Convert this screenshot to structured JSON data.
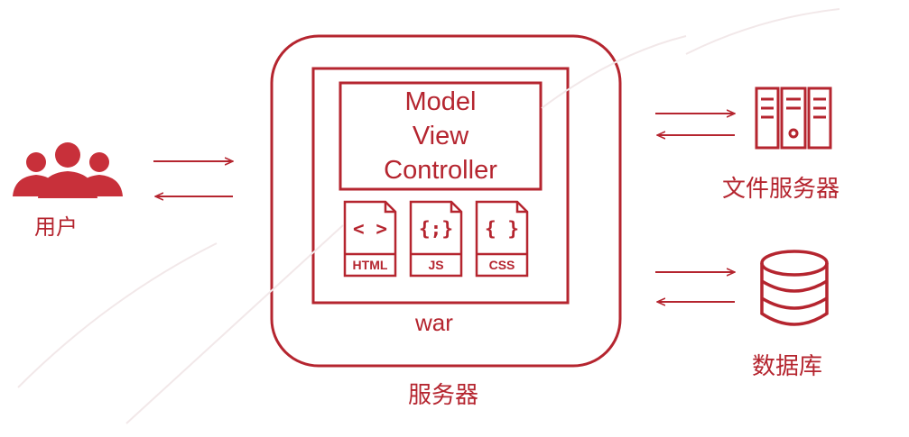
{
  "colors": {
    "accent": "#b5252f"
  },
  "nodes": {
    "users": {
      "label": "用户",
      "icon": "users-group-icon"
    },
    "server": {
      "label": "服务器"
    },
    "war": {
      "label": "war"
    },
    "mvc": {
      "lines": [
        "Model",
        "View",
        "Controller"
      ]
    },
    "files": [
      {
        "code": "< >",
        "name": "HTML",
        "icon": "html-file-icon"
      },
      {
        "code": "{;}",
        "name": "JS",
        "icon": "js-file-icon"
      },
      {
        "code": "{ }",
        "name": "CSS",
        "icon": "css-file-icon"
      }
    ],
    "file_server": {
      "label": "文件服务器",
      "icon": "server-rack-icon"
    },
    "database": {
      "label": "数据库",
      "icon": "database-icon"
    }
  }
}
